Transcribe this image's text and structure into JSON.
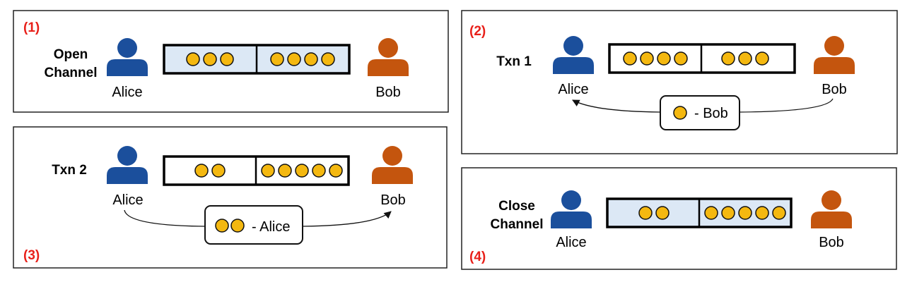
{
  "colors": {
    "alice": "#1b4f9c",
    "bob": "#c4550e",
    "coin": "#f4b810",
    "channel_fill_light": "#dce8f5",
    "channel_fill_white": "#ffffff",
    "step_number": "#e8201a"
  },
  "icons": {
    "person": "person-icon",
    "coin": "coin-icon",
    "arrow": "arrow-icon"
  },
  "panels": [
    {
      "id": "p1",
      "step": "(1)",
      "title_lines": [
        "Open",
        "Channel"
      ],
      "alice_name": "Alice",
      "bob_name": "Bob",
      "alice_coins": 3,
      "bob_coins": 4,
      "channel_fill": "light",
      "transfer": null
    },
    {
      "id": "p2",
      "step": "(2)",
      "title_lines": [
        "Txn 1"
      ],
      "alice_name": "Alice",
      "bob_name": "Bob",
      "alice_coins": 4,
      "bob_coins": 3,
      "channel_fill": "white",
      "transfer": {
        "coins": 1,
        "label": "- Bob",
        "direction": "to-alice"
      }
    },
    {
      "id": "p3",
      "step": "(3)",
      "title_lines": [
        "Txn 2"
      ],
      "alice_name": "Alice",
      "bob_name": "Bob",
      "alice_coins": 2,
      "bob_coins": 5,
      "channel_fill": "white",
      "transfer": {
        "coins": 2,
        "label": "- Alice",
        "direction": "to-bob"
      }
    },
    {
      "id": "p4",
      "step": "(4)",
      "title_lines": [
        "Close",
        "Channel"
      ],
      "alice_name": "Alice",
      "bob_name": "Bob",
      "alice_coins": 2,
      "bob_coins": 5,
      "channel_fill": "light",
      "transfer": null
    }
  ]
}
